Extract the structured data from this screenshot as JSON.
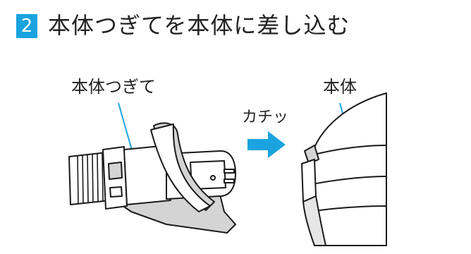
{
  "step": {
    "number": "2",
    "title": "本体つぎてを本体に差し込む"
  },
  "labels": {
    "connector": "本体つぎて",
    "body": "本体",
    "click_sound": "カチッ"
  },
  "colors": {
    "accent": "#1aa3df",
    "outline": "#1a1a1a",
    "shadow": "#d4d4d4",
    "fill": "#ffffff"
  },
  "icons": {
    "arrow": "right-arrow-icon"
  }
}
